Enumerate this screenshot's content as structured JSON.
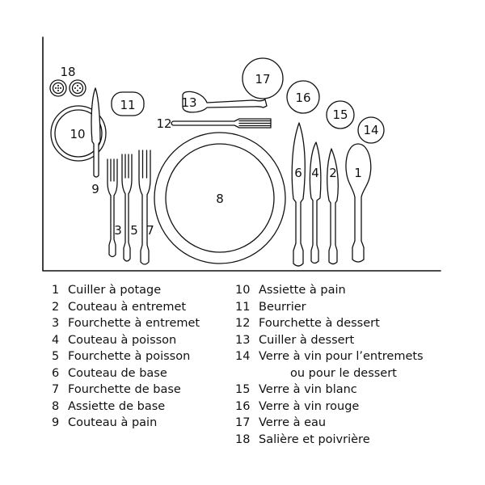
{
  "markers": {
    "m1": "1",
    "m2": "2",
    "m3": "3",
    "m4": "4",
    "m5": "5",
    "m6": "6",
    "m7": "7",
    "m8": "8",
    "m9": "9",
    "m10": "10",
    "m11": "11",
    "m12": "12",
    "m13": "13",
    "m14": "14",
    "m15": "15",
    "m16": "16",
    "m17": "17",
    "m18": "18"
  },
  "legend_left": [
    {
      "num": "1",
      "label": "Cuiller à potage"
    },
    {
      "num": "2",
      "label": "Couteau à entremet"
    },
    {
      "num": "3",
      "label": "Fourchette à entremet"
    },
    {
      "num": "4",
      "label": "Couteau à poisson"
    },
    {
      "num": "5",
      "label": "Fourchette à poisson"
    },
    {
      "num": "6",
      "label": "Couteau de base"
    },
    {
      "num": "7",
      "label": "Fourchette de base"
    },
    {
      "num": "8",
      "label": "Assiette de base"
    },
    {
      "num": "9",
      "label": "Couteau à pain"
    }
  ],
  "legend_right": [
    {
      "num": "10",
      "label": "Assiette à pain"
    },
    {
      "num": "11",
      "label": "Beurrier"
    },
    {
      "num": "12",
      "label": "Fourchette à dessert"
    },
    {
      "num": "13",
      "label": "Cuiller à dessert"
    },
    {
      "num": "14",
      "label": "Verre à vin pour l’entremets"
    },
    {
      "num": "",
      "label": "ou pour le dessert"
    },
    {
      "num": "15",
      "label": "Verre à vin blanc"
    },
    {
      "num": "16",
      "label": "Verre à vin rouge"
    },
    {
      "num": "17",
      "label": "Verre à eau"
    },
    {
      "num": "18",
      "label": "Salière et poivrière"
    }
  ]
}
